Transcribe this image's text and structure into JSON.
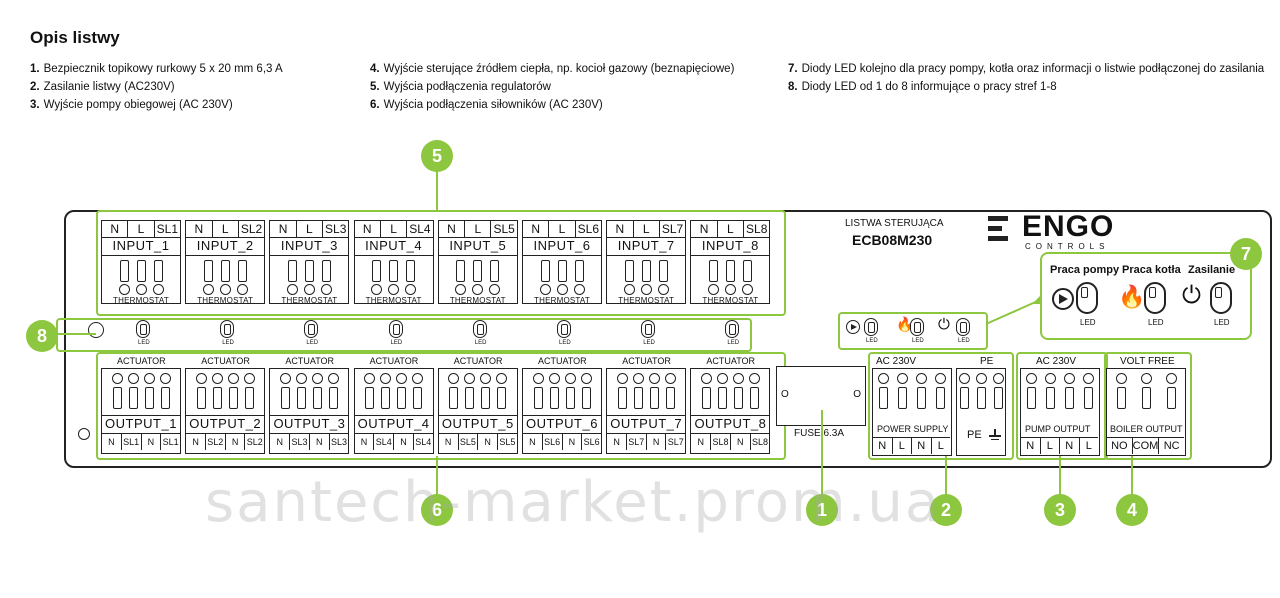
{
  "heading": "Opis listwy",
  "descriptions": [
    [
      {
        "num": "1.",
        "text": "Bezpiecznik topikowy rurkowy 5 x 20 mm  6,3 A"
      },
      {
        "num": "2.",
        "text": "Zasilanie listwy (AC230V)"
      },
      {
        "num": "3.",
        "text": "Wyjście pompy obiegowej (AC 230V)"
      }
    ],
    [
      {
        "num": "4.",
        "text": "Wyjście sterujące źródłem ciepła, np. kocioł gazowy (beznapięciowe)"
      },
      {
        "num": "5.",
        "text": "Wyjścia podłączenia regulatorów"
      },
      {
        "num": "6.",
        "text": "Wyjścia podłączenia siłowników (AC 230V)"
      }
    ],
    [
      {
        "num": "7.",
        "text": "Diody LED kolejno dla pracy pompy, kotła oraz informacji o listwie podłączonej do zasilania"
      },
      {
        "num": "8.",
        "text": "Diody LED od 1 do 8 informujące o pracy stref 1-8"
      }
    ]
  ],
  "board": {
    "label_small": "LISTWA STERUJĄCA",
    "model": "ECB08M230",
    "brand": "ENGO",
    "brand_sub": "CONTROLS",
    "inputs": [
      {
        "pins": [
          "N",
          "L",
          "SL1"
        ],
        "name": "INPUT_1",
        "sub": "THERMOSTAT"
      },
      {
        "pins": [
          "N",
          "L",
          "SL2"
        ],
        "name": "INPUT_2",
        "sub": "THERMOSTAT"
      },
      {
        "pins": [
          "N",
          "L",
          "SL3"
        ],
        "name": "INPUT_3",
        "sub": "THERMOSTAT"
      },
      {
        "pins": [
          "N",
          "L",
          "SL4"
        ],
        "name": "INPUT_4",
        "sub": "THERMOSTAT"
      },
      {
        "pins": [
          "N",
          "L",
          "SL5"
        ],
        "name": "INPUT_5",
        "sub": "THERMOSTAT"
      },
      {
        "pins": [
          "N",
          "L",
          "SL6"
        ],
        "name": "INPUT_6",
        "sub": "THERMOSTAT"
      },
      {
        "pins": [
          "N",
          "L",
          "SL7"
        ],
        "name": "INPUT_7",
        "sub": "THERMOSTAT"
      },
      {
        "pins": [
          "N",
          "L",
          "SL8"
        ],
        "name": "INPUT_8",
        "sub": "THERMOSTAT"
      }
    ],
    "outputs": [
      {
        "top": "ACTUATOR",
        "name": "OUTPUT_1",
        "pins": [
          "N",
          "SL1",
          "N",
          "SL1"
        ]
      },
      {
        "top": "ACTUATOR",
        "name": "OUTPUT_2",
        "pins": [
          "N",
          "SL2",
          "N",
          "SL2"
        ]
      },
      {
        "top": "ACTUATOR",
        "name": "OUTPUT_3",
        "pins": [
          "N",
          "SL3",
          "N",
          "SL3"
        ]
      },
      {
        "top": "ACTUATOR",
        "name": "OUTPUT_4",
        "pins": [
          "N",
          "SL4",
          "N",
          "SL4"
        ]
      },
      {
        "top": "ACTUATOR",
        "name": "OUTPUT_5",
        "pins": [
          "N",
          "SL5",
          "N",
          "SL5"
        ]
      },
      {
        "top": "ACTUATOR",
        "name": "OUTPUT_6",
        "pins": [
          "N",
          "SL6",
          "N",
          "SL6"
        ]
      },
      {
        "top": "ACTUATOR",
        "name": "OUTPUT_7",
        "pins": [
          "N",
          "SL7",
          "N",
          "SL7"
        ]
      },
      {
        "top": "ACTUATOR",
        "name": "OUTPUT_8",
        "pins": [
          "N",
          "SL8",
          "N",
          "SL8"
        ]
      }
    ],
    "led_label": "LED",
    "fuse_label": "FUSE 6.3A",
    "fuse_o": "O",
    "power_top": "AC 230V",
    "power_label": "POWER SUPPLY",
    "power_pins": [
      "N",
      "L",
      "N",
      "L"
    ],
    "pe_top": "PE",
    "pe_label": "PE",
    "pump_top": "AC 230V",
    "pump_label": "PUMP OUTPUT",
    "pump_pins": [
      "N",
      "L",
      "N",
      "L"
    ],
    "boiler_top": "VOLT FREE",
    "boiler_label": "BOILER OUTPUT",
    "boiler_pins": [
      "NO",
      "COM",
      "NC"
    ]
  },
  "callout7": {
    "pump": "Praca pompy",
    "boiler": "Praca kotła",
    "power": "Zasilanie",
    "led": "LED"
  },
  "markers": [
    "1",
    "2",
    "3",
    "4",
    "5",
    "6",
    "7",
    "8"
  ],
  "watermark": "santech-market.prom.ua",
  "colors": {
    "accent": "#8dc63f",
    "line": "#222222"
  }
}
